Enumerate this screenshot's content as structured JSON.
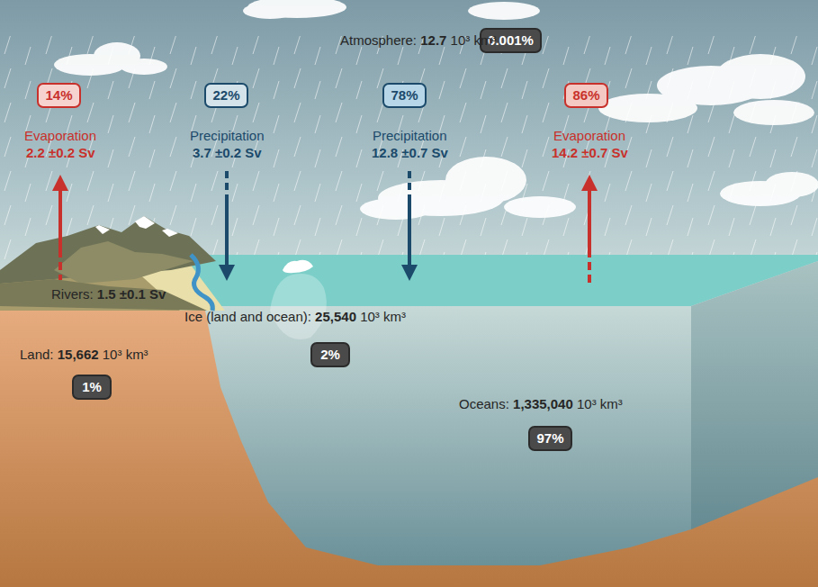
{
  "diagram": {
    "nodes": [
      {
        "text": [
          "0.001%"
        ]
      },
      {
        "text": [
          "14%"
        ]
      },
      {
        "text": [
          "22%"
        ]
      },
      {
        "text": [
          "78%"
        ]
      },
      {
        "text": [
          "86%"
        ]
      },
      {
        "text": [
          "2%"
        ]
      },
      {
        "text": [
          "1%"
        ]
      },
      {
        "text": [
          "97%"
        ]
      }
    ],
    "labels": [
      "Atmosphere:",
      "12.7",
      "10³ km³",
      "Evaporation",
      "2.2 ±0.2 Sv",
      "Precipitation",
      "3.7 ±0.2 Sv",
      "Precipitation",
      "12.8 ±0.7 Sv",
      "Evaporation",
      "14.2 ±0.7 Sv",
      "Rivers:",
      "1.5 ±0.1 Sv",
      "Ice (land and ocean):",
      "25,540",
      "10³ km³",
      "Land:",
      "15,662",
      "10³ km³",
      "Oceans:",
      "1,335,040",
      "10³ km³"
    ]
  }
}
